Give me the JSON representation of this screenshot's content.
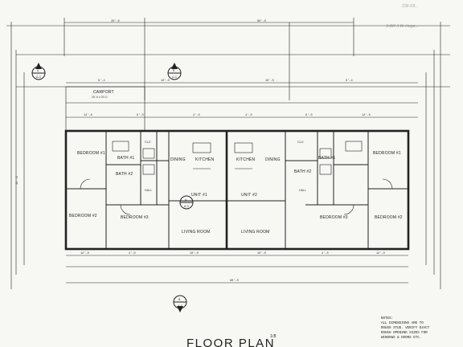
{
  "header": {
    "sheet_ref": "236-03...",
    "pencil_note": "3-BR 3 Br Hoge..."
  },
  "drawing": {
    "title": "FLOOR PLAN",
    "scale_mark": "1/8"
  },
  "rooms": {
    "carport": "CARPORT",
    "carport_size": "20'-0 x 20'-0",
    "bedroom1_left": "BEDROOM #1",
    "bedroom1_right": "BEDROOM #1",
    "bedroom2_left": "BEDROOM #2",
    "bedroom2_right": "BEDROOM #2",
    "bedroom3_left": "BEDROOM #3",
    "bedroom3_right": "BEDROOM #3",
    "bath1_left": "BATH #1",
    "bath2_left": "BATH #2",
    "bath1_right": "BATH #1",
    "bath2_right": "BATH #2",
    "kitchen_left": "KITCHEN",
    "kitchen_right": "KITCHEN",
    "dining_left": "DINING",
    "dining_right": "DINING",
    "living_left": "LIVING ROOM",
    "living_right": "LIVING ROOM",
    "unit1": "UNIT #1",
    "unit2": "UNIT #2",
    "hall_left": "HALL",
    "hall_right": "HALL",
    "closet": "CLO"
  },
  "dimensions": {
    "overall_top": "80'-0",
    "overall_bottom": "80'-0",
    "overall_side": "32'-0",
    "carport_width": "20'-0",
    "segment_a": "10'-0",
    "segment_b": "9'-4",
    "segment_c": "12'-0",
    "segment_d": "6'-0",
    "segment_e": "4'-0"
  },
  "markers": {
    "section_a": "A",
    "section_a_sheet": "A-3",
    "section_b": "B",
    "section_b_sheet": "A-3"
  },
  "notes": {
    "heading": "NOTES:",
    "line1": "ALL DIMENSIONS ARE TO",
    "line2": "ROUGH STUD. VERIFY EXACT",
    "line3": "ROUGH OPENING SIZES FOR",
    "line4": "WINDOWS & DOORS ETC."
  }
}
